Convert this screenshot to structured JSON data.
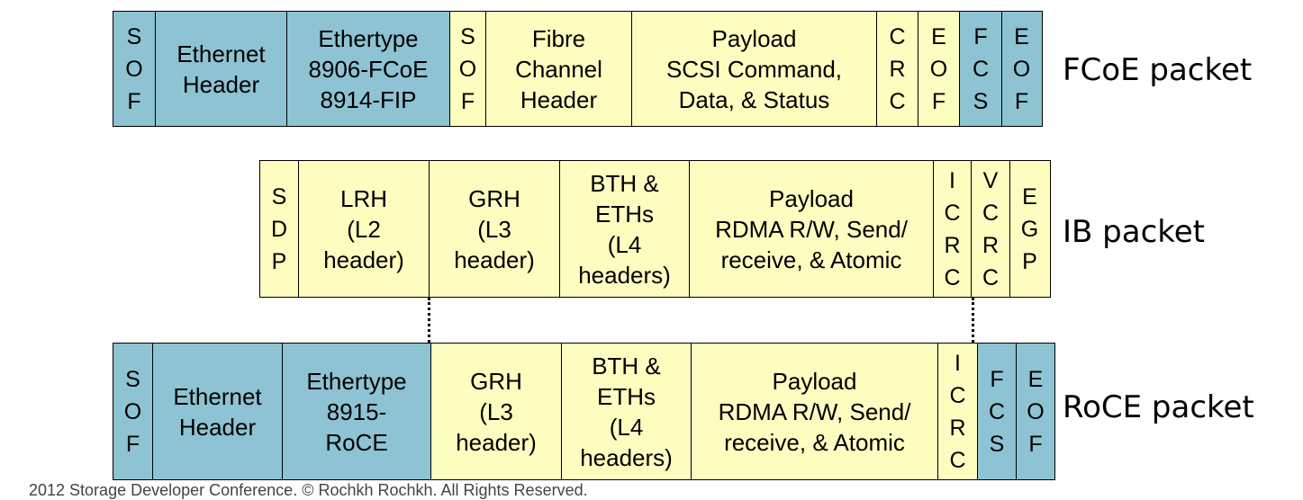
{
  "rows": [
    {
      "label": "FCoE packet",
      "cells": [
        {
          "text": "S\nO\nF",
          "color": "blue"
        },
        {
          "text": "Ethernet\nHeader",
          "color": "blue"
        },
        {
          "text": "Ethertype\n8906-FCoE\n8914-FIP",
          "color": "blue"
        },
        {
          "text": "S\nO\nF",
          "color": "yellow"
        },
        {
          "text": "Fibre\nChannel\nHeader",
          "color": "yellow"
        },
        {
          "text": "Payload\nSCSI Command,\nData, & Status",
          "color": "yellow"
        },
        {
          "text": "C\nR\nC",
          "color": "yellow"
        },
        {
          "text": "E\nO\nF",
          "color": "yellow"
        },
        {
          "text": "F\nC\nS",
          "color": "blue"
        },
        {
          "text": "E\nO\nF",
          "color": "blue"
        }
      ]
    },
    {
      "label": "IB packet",
      "cells": [
        {
          "text": "S\nD\nP",
          "color": "yellow"
        },
        {
          "text": "LRH\n(L2\nheader)",
          "color": "yellow"
        },
        {
          "text": "GRH\n(L3\nheader)",
          "color": "yellow"
        },
        {
          "text": "BTH &\nETHs\n(L4\nheaders)",
          "color": "yellow"
        },
        {
          "text": "Payload\nRDMA R/W, Send/\nreceive, & Atomic",
          "color": "yellow"
        },
        {
          "text": "I\nC\nR\nC",
          "color": "yellow"
        },
        {
          "text": "V\nC\nR\nC",
          "color": "yellow"
        },
        {
          "text": "E\nG\nP",
          "color": "yellow"
        }
      ]
    },
    {
      "label": "RoCE packet",
      "cells": [
        {
          "text": "S\nO\nF",
          "color": "blue"
        },
        {
          "text": "Ethernet\nHeader",
          "color": "blue"
        },
        {
          "text": "Ethertype\n8915-\nRoCE",
          "color": "blue"
        },
        {
          "text": "GRH\n(L3\nheader)",
          "color": "yellow"
        },
        {
          "text": "BTH &\nETHs\n(L4\nheaders)",
          "color": "yellow"
        },
        {
          "text": "Payload\nRDMA R/W, Send/\nreceive, & Atomic",
          "color": "yellow"
        },
        {
          "text": "I\nC\nR\nC",
          "color": "yellow"
        },
        {
          "text": "F\nC\nS",
          "color": "blue"
        },
        {
          "text": "E\nO\nF",
          "color": "blue"
        }
      ]
    }
  ],
  "colors": {
    "blue": "#8dc3d3",
    "yellow": "#fdfdc0"
  },
  "footer": "2012 Storage Developer Conference. © Rochkh Rochkh. All Rights Reserved."
}
